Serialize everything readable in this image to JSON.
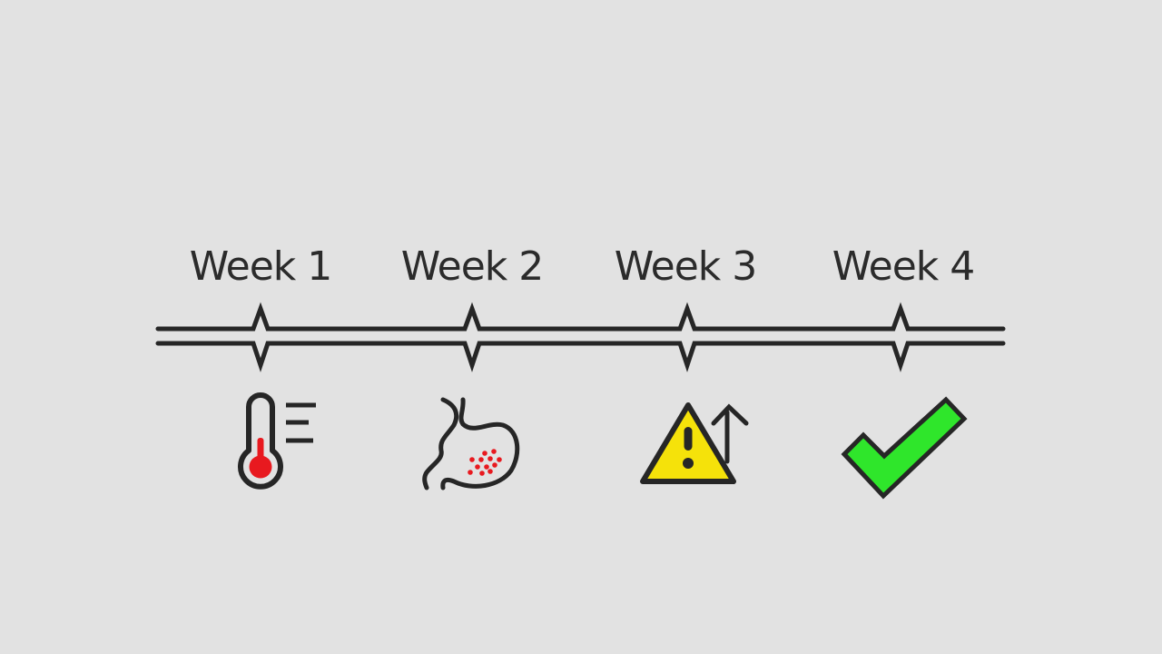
{
  "colors": {
    "background": "#e2e2e2",
    "line": "#262626",
    "fever_red": "#e8191f",
    "warning_yellow": "#f5e20a",
    "check_green": "#2fe62b"
  },
  "weeks": [
    {
      "label": "Week 1",
      "icon": "thermometer-icon"
    },
    {
      "label": "Week 2",
      "icon": "stomach-icon"
    },
    {
      "label": "Week 3",
      "icon": "warning-increase-icon"
    },
    {
      "label": "Week 4",
      "icon": "checkmark-icon"
    }
  ]
}
